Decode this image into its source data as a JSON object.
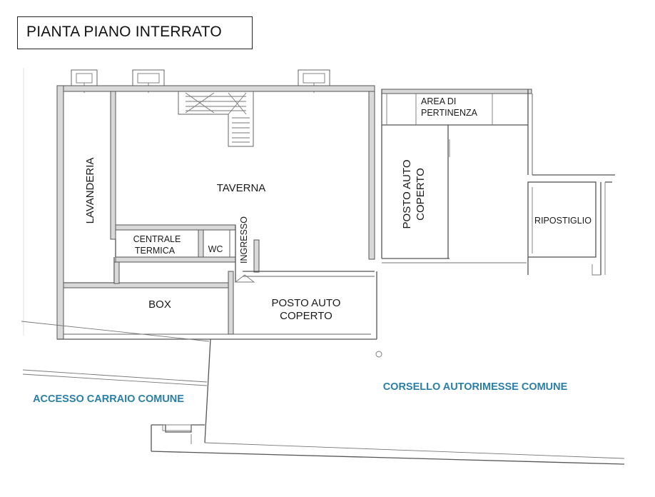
{
  "title": "PIANTA PIANO INTERRATO",
  "rooms": {
    "lavanderia": "LAVANDERIA",
    "taverna": "TAVERNA",
    "centrale_line1": "CENTRALE",
    "centrale_line2": "TERMICA",
    "wc": "WC",
    "ingresso": "INGRESSO",
    "box": "BOX",
    "posto_auto_1_line1": "POSTO AUTO",
    "posto_auto_1_line2": "COPERTO",
    "posto_auto_2_line1": "POSTO AUTO",
    "posto_auto_2_line2": "COPERTO",
    "area_line1": "AREA DI",
    "area_line2": "PERTINENZA",
    "ripostiglio": "RIPOSTIGLIO"
  },
  "labels": {
    "accesso": "ACCESSO CARRAIO COMUNE",
    "corsello": "CORSELLO AUTORIMESSE COMUNE"
  },
  "colors": {
    "label_blue": "#2a7fa6",
    "wall": "#555555"
  }
}
